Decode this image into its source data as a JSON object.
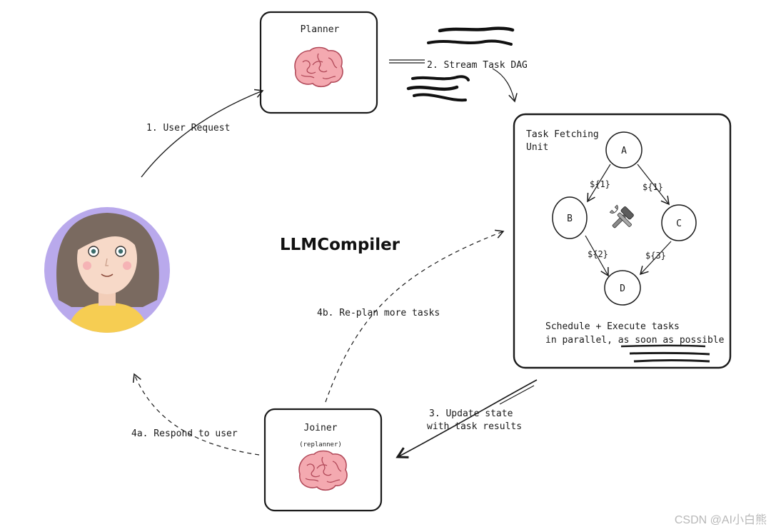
{
  "diagram": {
    "title": "LLMCompiler",
    "nodes": {
      "planner": {
        "label": "Planner"
      },
      "task_fetching_unit": {
        "label_line1": "Task Fetching",
        "label_line2": "Unit",
        "graph_nodes": [
          "A",
          "B",
          "C",
          "D"
        ],
        "edges": [
          {
            "from": "A",
            "to": "B",
            "label": "${1}"
          },
          {
            "from": "A",
            "to": "C",
            "label": "${1}"
          },
          {
            "from": "B",
            "to": "D",
            "label": "${2}"
          },
          {
            "from": "C",
            "to": "D",
            "label": "${3}"
          }
        ],
        "tools_icon": "hammer-and-wrench-icon",
        "note_line1": "Schedule + Execute tasks",
        "note_line2": "in parallel, as soon as possible"
      },
      "joiner": {
        "label": "Joiner",
        "sublabel": "(replanner)"
      },
      "user": {
        "icon": "user-avatar"
      }
    },
    "arrows": {
      "user_request": "1. User Request",
      "stream_task_dag": "2. Stream Task DAG",
      "update_state_line1": "3. Update state",
      "update_state_line2": "with task results",
      "respond_to_user": "4a. Respond to user",
      "replan": "4b. Re-plan more tasks"
    }
  },
  "watermark": "CSDN @AI小白熊",
  "colors": {
    "stroke": "#1a1a1a",
    "brain_fill": "#f4a9b0",
    "brain_stroke": "#b24a5a",
    "avatar_bg": "#b9a9ec",
    "hair": "#7a6a60",
    "skin": "#f7d9c8",
    "shirt": "#f6cd52"
  }
}
